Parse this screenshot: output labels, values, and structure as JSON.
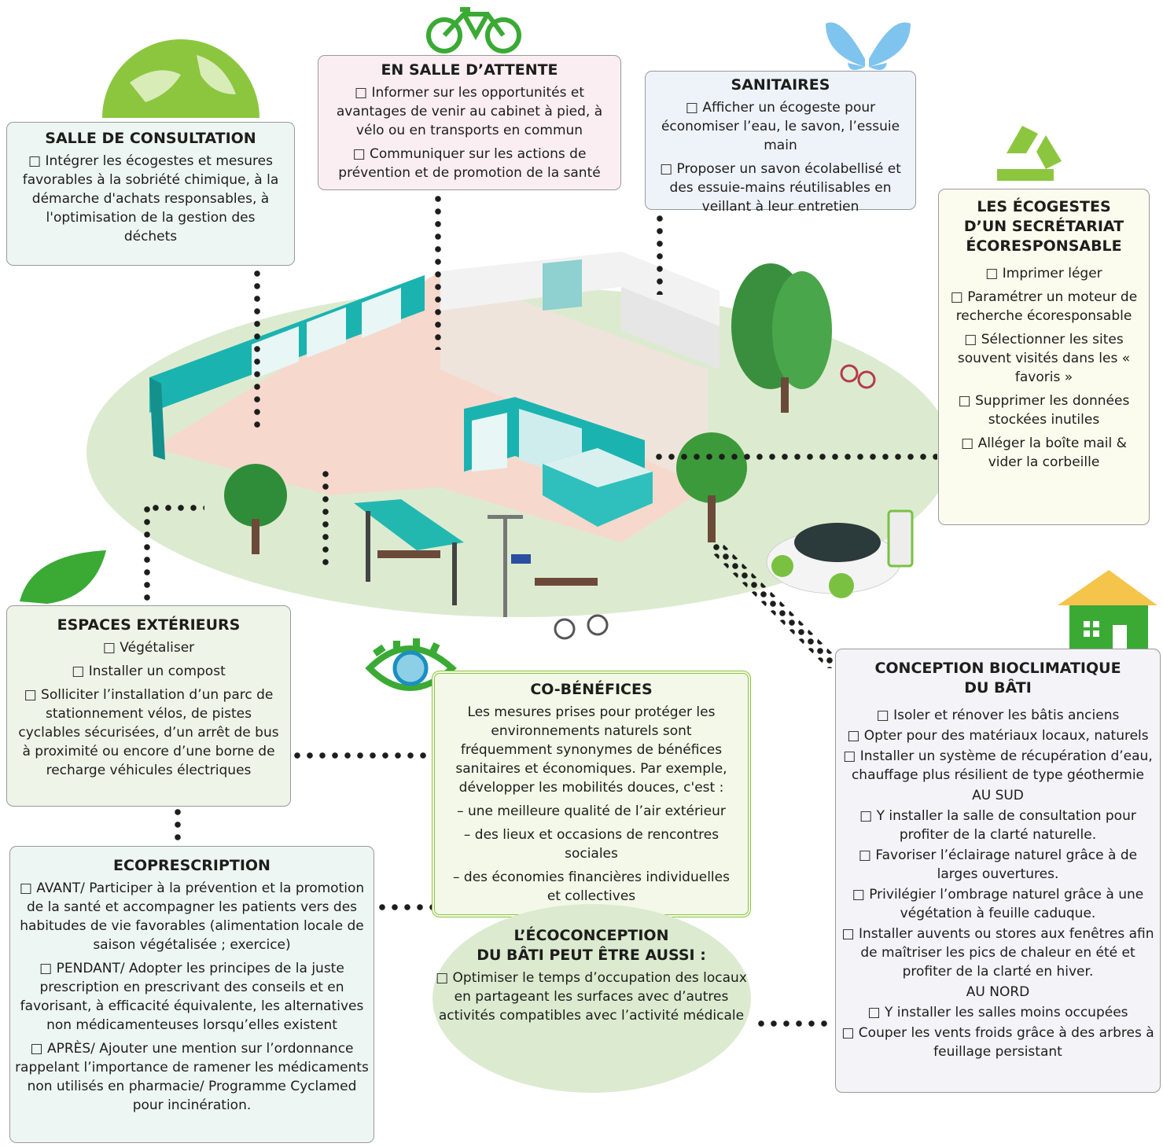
{
  "salle_consultation": {
    "title": "SALLE DE CONSULTATION",
    "items": [
      "□ Intégrer les écogestes et mesures favorables à la sobriété chimique, à la démarche d'achats responsables, à l'optimisation de la gestion des déchets"
    ]
  },
  "salle_attente": {
    "title": "EN SALLE D’ATTENTE",
    "items": [
      "□ Informer sur les opportunités et avantages de venir au cabinet à pied, à vélo ou en transports en commun",
      "□ Communiquer sur les actions de prévention et de promotion de la santé"
    ]
  },
  "sanitaires": {
    "title": "SANITAIRES",
    "items": [
      "□ Afficher un écogeste pour économiser l’eau, le savon, l’essuie main",
      "□ Proposer un savon écolabellisé et des essuie-mains réutilisables en veillant à leur entretien"
    ]
  },
  "secretariat": {
    "title_lines": [
      "LES ÉCOGESTES",
      "D’UN SECRÉTARIAT",
      "ÉCORESPONSABLE"
    ],
    "items": [
      "□ Imprimer léger",
      "□ Paramétrer un moteur de recherche écoresponsable",
      "□ Sélectionner les sites souvent visités dans les « favoris »",
      "□ Supprimer les données stockées inutiles",
      "□ Alléger la boîte mail & vider la corbeille"
    ]
  },
  "espaces_exterieurs": {
    "title": "ESPACES EXTÉRIEURS",
    "items": [
      "□ Végétaliser",
      "□ Installer un compost",
      "□ Solliciter l’installation d’un parc de stationnement vélos, de pistes cyclables sécurisées, d’un arrêt de bus à proximité ou encore d’une borne de recharge véhicules électriques"
    ]
  },
  "co_benefices": {
    "title": "CO-BÉNÉFICES",
    "intro": "Les mesures prises pour protéger les environnements naturels sont fréquemment synonymes de bénéfices sanitaires et économiques. Par exemple, développer les mobilités douces, c'est :",
    "items": [
      "– une meilleure qualité de l’air extérieur",
      "– des lieux et occasions de rencontres sociales",
      "– des économies financières individuelles et collectives"
    ]
  },
  "ecoprescription": {
    "title": "ECOPRESCRIPTION",
    "items": [
      "□ AVANT/ Participer à la prévention et la promotion de la santé et accompagner les patients vers des habitudes de vie favorables (alimentation locale de saison végétalisée ; exercice)",
      "□ PENDANT/ Adopter les principes de la juste prescription en prescrivant des conseils et en favorisant, à efficacité équivalente, les alternatives non médicamenteuses lorsqu’elles existent",
      "□ APRÈS/ Ajouter une mention sur l’ordonnance rappelant l’importance de ramener les médicaments non utilisés en pharmacie/ Programme Cyclamed pour incinération."
    ]
  },
  "ecoconception": {
    "title_lines": [
      "L’ÉCOCONCEPTION",
      "DU BÂTI PEUT ÊTRE AUSSI :"
    ],
    "text": "□ Optimiser le temps d’occupation des locaux en partageant les surfaces avec d’autres activités compatibles avec l’activité médicale"
  },
  "bioclimatique": {
    "title_lines": [
      "CONCEPTION BIOCLIMATIQUE",
      "DU BÂTI"
    ],
    "lines": [
      "□ Isoler et rénover les bâtis anciens",
      "□ Opter pour des matériaux locaux, naturels",
      "□ Installer un système de récupération d’eau, chauffage plus résilient de type géothermie",
      "AU SUD",
      "□ Y installer la salle de consultation pour profiter de la clarté naturelle.",
      "□ Favoriser l’éclairage naturel grâce à de larges ouvertures.",
      "□ Privilégier l’ombrage naturel grâce à une végétation à feuille caduque.",
      "□ Installer auvents ou stores aux fenêtres afin de maîtriser les pics de chaleur en été et profiter de la clarté en hiver.",
      "AU NORD",
      "□ Y installer les salles moins occupées",
      "□ Couper les vents froids grâce à des arbres à feuillage persistant"
    ]
  },
  "colors": {
    "teal": "#1bb3b0",
    "green": "#8cc63f",
    "ground": "#dcebd0",
    "floor": "#f6d9cc"
  }
}
